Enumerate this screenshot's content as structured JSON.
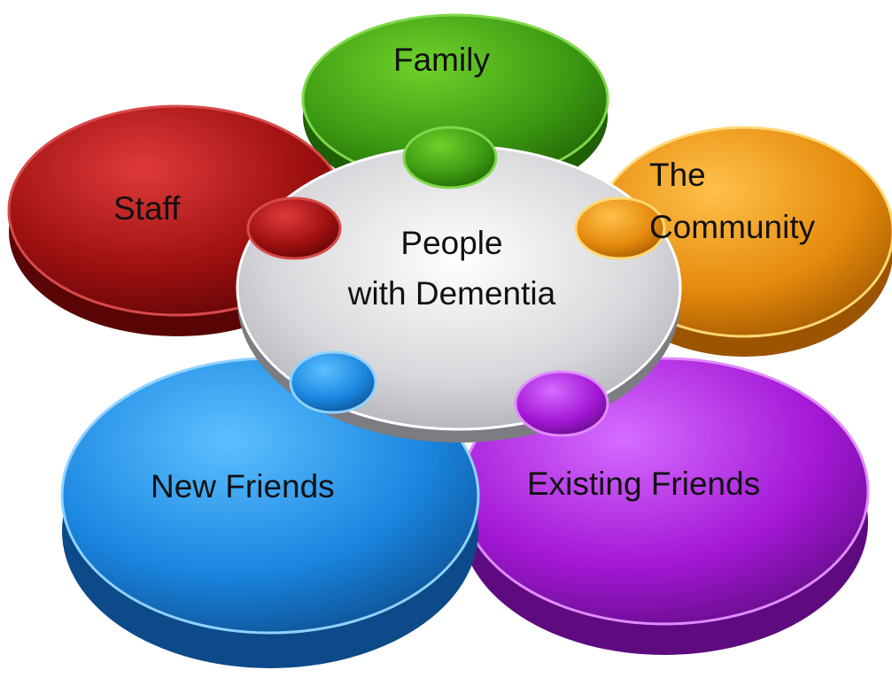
{
  "diagram": {
    "center": {
      "line1": "People",
      "line2": "with Dementia",
      "color": "#c9c9cc"
    },
    "pieces": [
      {
        "id": "family",
        "label": "Family",
        "color": "#3c9a12"
      },
      {
        "id": "community",
        "line1": "The",
        "line2": "Community",
        "color": "#e58a0c"
      },
      {
        "id": "existing",
        "label": "Existing Friends",
        "color": "#a418d6"
      },
      {
        "id": "new",
        "label": "New  Friends",
        "color": "#1a86e0"
      },
      {
        "id": "staff",
        "label": "Staff",
        "color": "#9e1010"
      }
    ]
  }
}
